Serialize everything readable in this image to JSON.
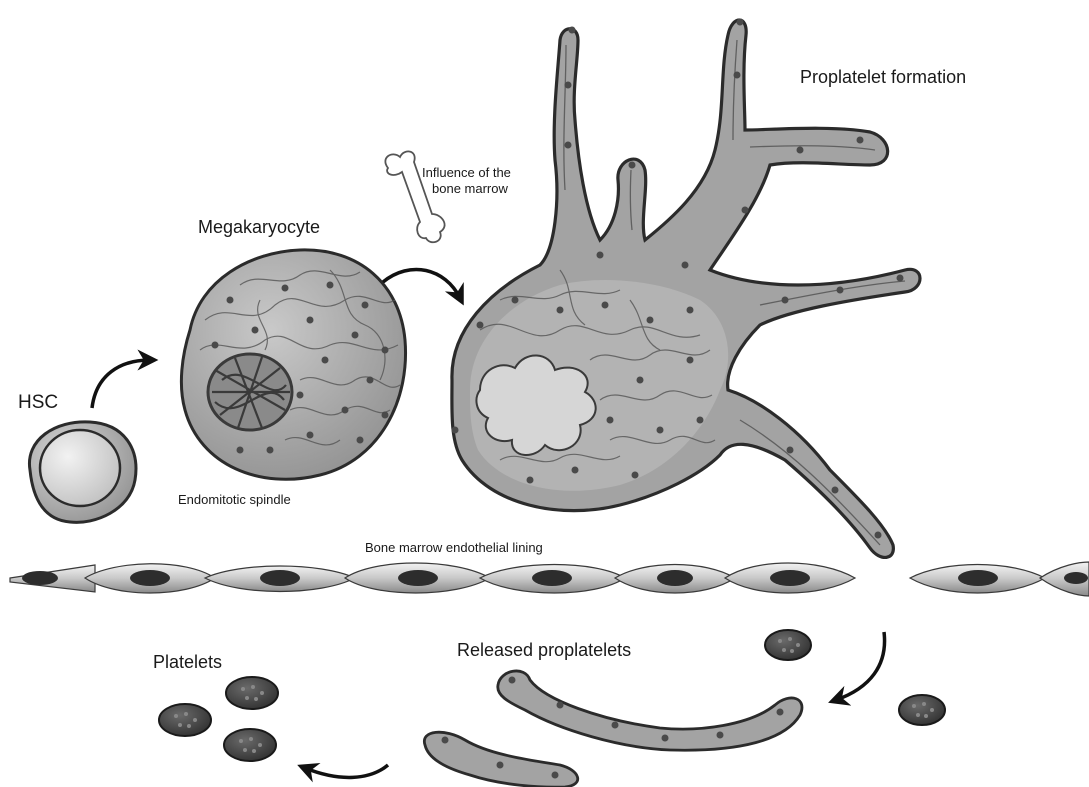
{
  "labels": {
    "hsc": "HSC",
    "megakaryocyte": "Megakaryocyte",
    "endomitotic_spindle": "Endomitotic spindle",
    "bone_marrow_influence_line1": "Influence of the",
    "bone_marrow_influence_line2": "bone marrow",
    "proplatelet_formation": "Proplatelet formation",
    "endothelial_lining": "Bone marrow endothelial lining",
    "released_proplatelets": "Released proplatelets",
    "platelets": "Platelets"
  },
  "icons": {
    "bone": "bone-icon",
    "arrow": "curved-arrow-icon"
  },
  "colors": {
    "cell_fill": "#a9a9a9",
    "cell_outline": "#2b2b2b",
    "nucleus_fill": "#d9d9d9",
    "granule": "#555555",
    "platelet_fill": "#4a4a4a",
    "background": "#ffffff"
  }
}
